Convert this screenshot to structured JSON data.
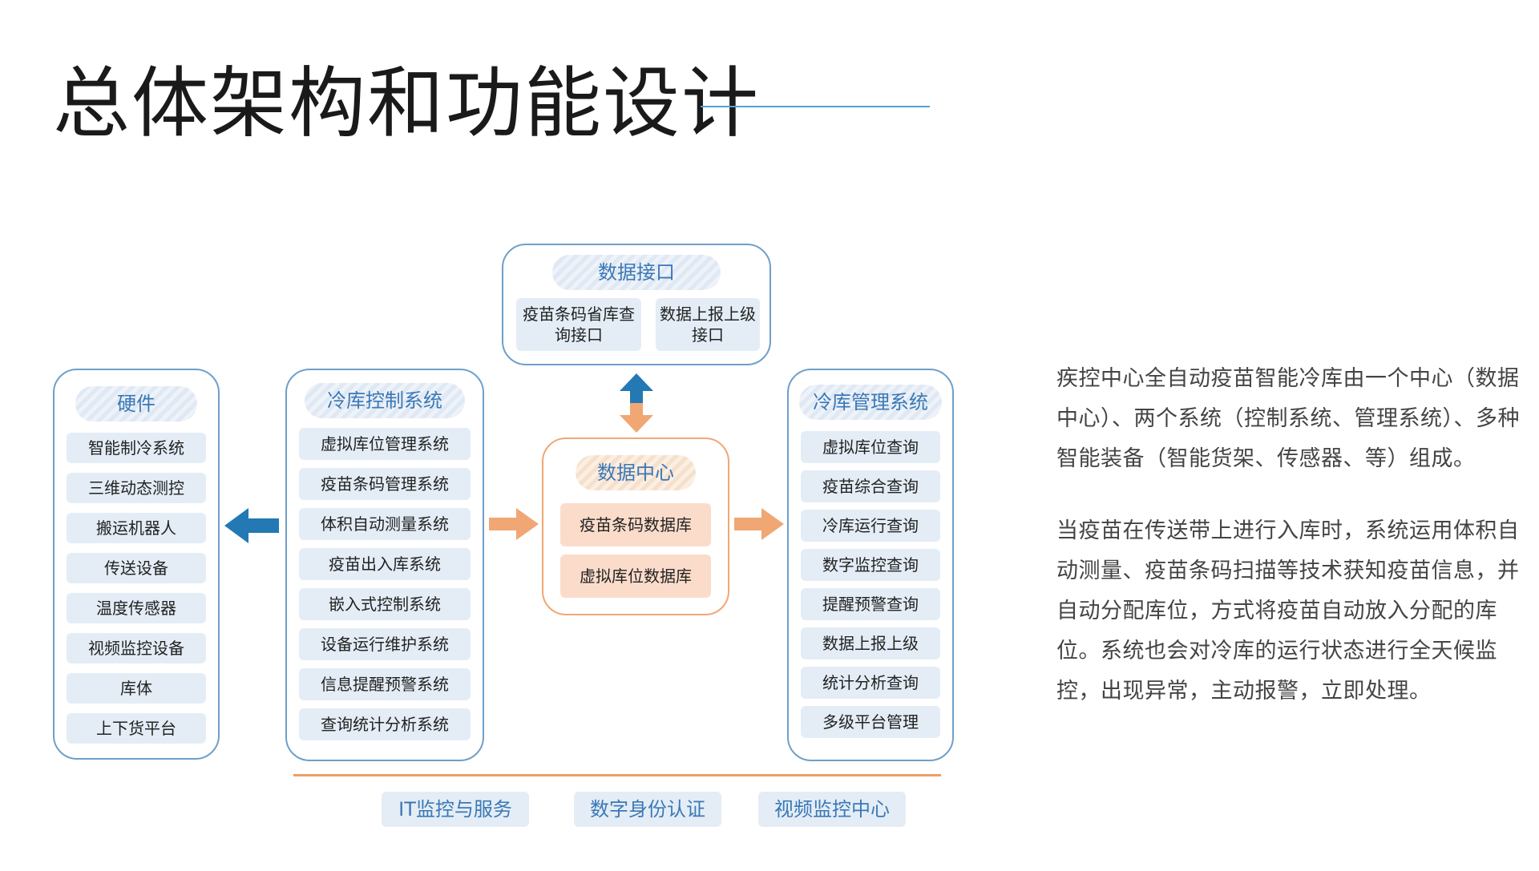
{
  "title": "总体架构和功能设计",
  "colors": {
    "blue_border": "#6f9fc9",
    "orange_border": "#f0a774",
    "blue_arrow": "#2279b3",
    "orange_arrow": "#f0a774",
    "item_bg": "#e4edf6",
    "peach_bg": "#fbdccb"
  },
  "hardware": {
    "title": "硬件",
    "items": [
      "智能制冷系统",
      "三维动态测控",
      "搬运机器人",
      "传送设备",
      "温度传感器",
      "视频监控设备",
      "库体",
      "上下货平台"
    ]
  },
  "control": {
    "title": "冷库控制系统",
    "items": [
      "虚拟库位管理系统",
      "疫苗条码管理系统",
      "体积自动测量系统",
      "疫苗出入库系统",
      "嵌入式控制系统",
      "设备运行维护系统",
      "信息提醒预警系统",
      "查询统计分析系统"
    ]
  },
  "interface": {
    "title": "数据接口",
    "items": [
      "疫苗条码省库查询接口",
      "数据上报上级接口"
    ]
  },
  "datacenter": {
    "title": "数据中心",
    "items": [
      "疫苗条码数据库",
      "虚拟库位数据库"
    ]
  },
  "management": {
    "title": "冷库管理系统",
    "items": [
      "虚拟库位查询",
      "疫苗综合查询",
      "冷库运行查询",
      "数字监控查询",
      "提醒预警查询",
      "数据上报上级",
      "统计分析查询",
      "多级平台管理"
    ]
  },
  "bottom": [
    "IT监控与服务",
    "数字身份认证",
    "视频监控中心"
  ],
  "description": [
    "疾控中心全自动疫苗智能冷库由一个中心（数据中心）、两个系统（控制系统、管理系统）、多种智能装备（智能货架、传感器、等）组成。",
    "当疫苗在传送带上进行入库时，系统运用体积自动测量、疫苗条码扫描等技术获知疫苗信息，并自动分配库位，方式将疫苗自动放入分配的库位。系统也会对冷库的运行状态进行全天候监控，出现异常，主动报警，立即处理。"
  ]
}
